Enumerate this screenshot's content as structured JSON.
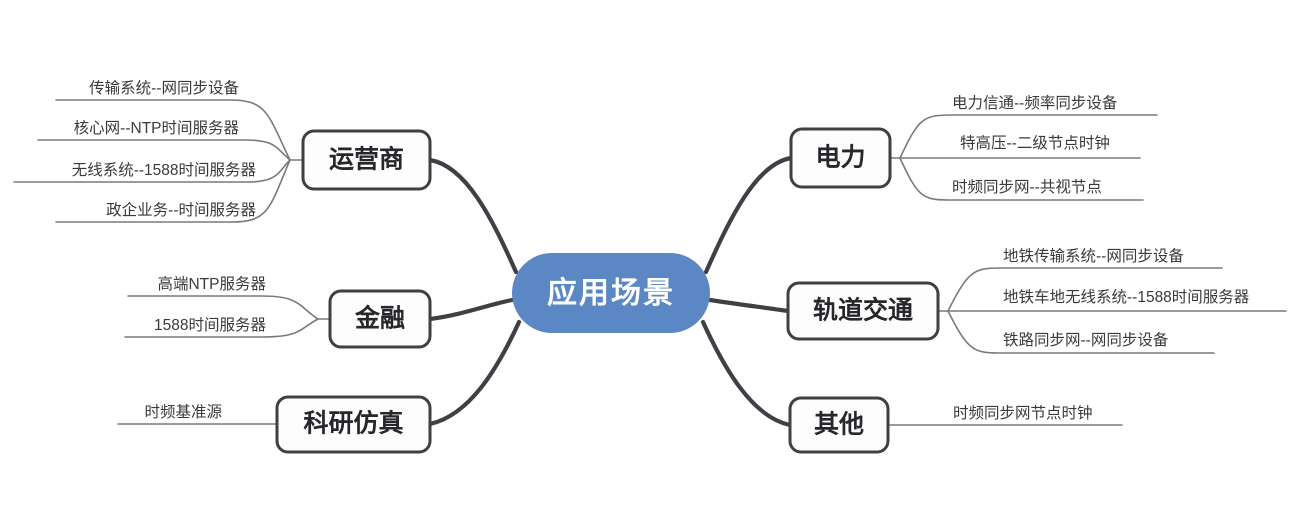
{
  "diagram": {
    "type": "mind-map",
    "title": "应用场景",
    "background_color": "#ffffff",
    "center": {
      "label": "应用场景",
      "fill_color": "#5b87c5",
      "text_color": "#ffffff"
    },
    "style": {
      "branch_stroke": "#3f3f46",
      "leaf_stroke": "#7a7a7a",
      "node_border": "#3f3f46",
      "node_fill": "#fdfdfd",
      "node_text": "#26262b"
    },
    "branches": [
      {
        "id": "operator",
        "label": "运营商",
        "side": "left",
        "leaves": [
          "传输系统--网同步设备",
          "核心网--NTP时间服务器",
          "无线系统--1588时间服务器",
          "政企业务--时间服务器"
        ]
      },
      {
        "id": "finance",
        "label": "金融",
        "side": "left",
        "leaves": [
          "高端NTP服务器",
          "1588时间服务器"
        ]
      },
      {
        "id": "research",
        "label": "科研仿真",
        "side": "left",
        "leaves": [
          "时频基准源"
        ]
      },
      {
        "id": "power",
        "label": "电力",
        "side": "right",
        "leaves": [
          "电力信通--频率同步设备",
          "特高压--二级节点时钟",
          "时频同步网--共视节点"
        ]
      },
      {
        "id": "rail-transit",
        "label": "轨道交通",
        "side": "right",
        "leaves": [
          "地铁传输系统--网同步设备",
          "地铁车地无线系统--1588时间服务器",
          "铁路同步网--网同步设备"
        ]
      },
      {
        "id": "other",
        "label": "其他",
        "side": "right",
        "leaves": [
          "时频同步网节点时钟"
        ]
      }
    ]
  }
}
